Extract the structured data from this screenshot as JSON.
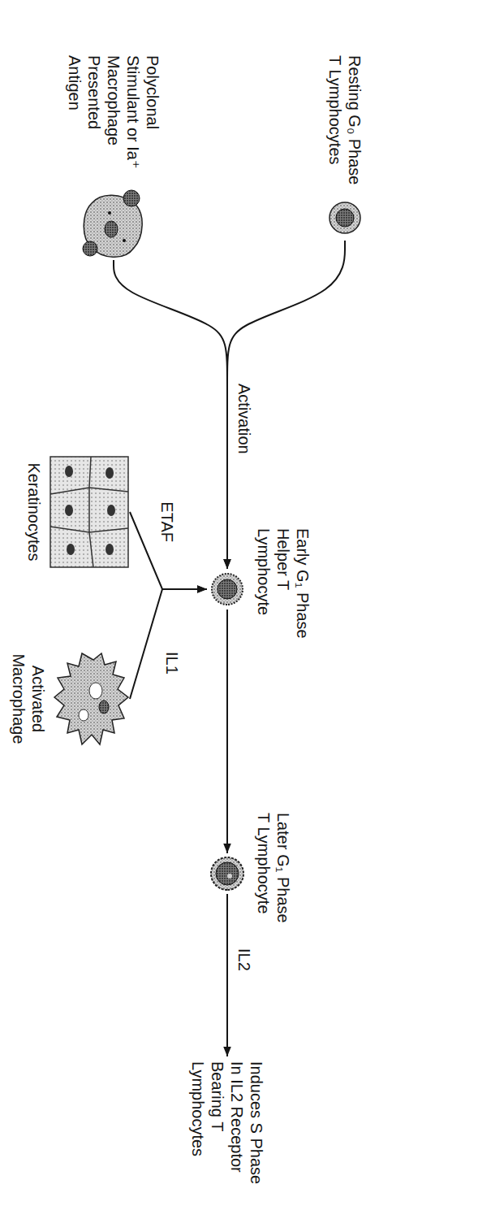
{
  "diagram": {
    "nodes": [
      {
        "text": [
          "Resting G₀ Phase T Lymphocytes"
        ]
      },
      {
        "text": [
          "Polyclonal Stimulant or Ia⁺ Macrophage Presented Antigen"
        ]
      },
      {
        "text": [
          "Early G₁ Phase Helper T Lymphocyte"
        ]
      },
      {
        "text": [
          "Keratinocytes"
        ]
      },
      {
        "text": [
          "Activated Macrophage"
        ]
      },
      {
        "text": [
          "Later G₁ Phase T Lymphocyte"
        ]
      },
      {
        "text": [
          "Induces S Phase In IL2 Receptor Bearing T Lymphocytes"
        ]
      }
    ],
    "edges": [
      {
        "from": 0,
        "to": 2,
        "arrow": "to",
        "label": "Activation"
      },
      {
        "from": 1,
        "to": 2,
        "arrow": "to"
      },
      {
        "from": 3,
        "to": 2,
        "arrow": "to",
        "label": "ETAF"
      },
      {
        "from": 4,
        "to": 2,
        "arrow": "to",
        "label": "IL1"
      },
      {
        "from": 2,
        "to": 5,
        "arrow": "to"
      },
      {
        "from": 5,
        "to": 6,
        "arrow": "to",
        "label": "IL2"
      }
    ]
  }
}
